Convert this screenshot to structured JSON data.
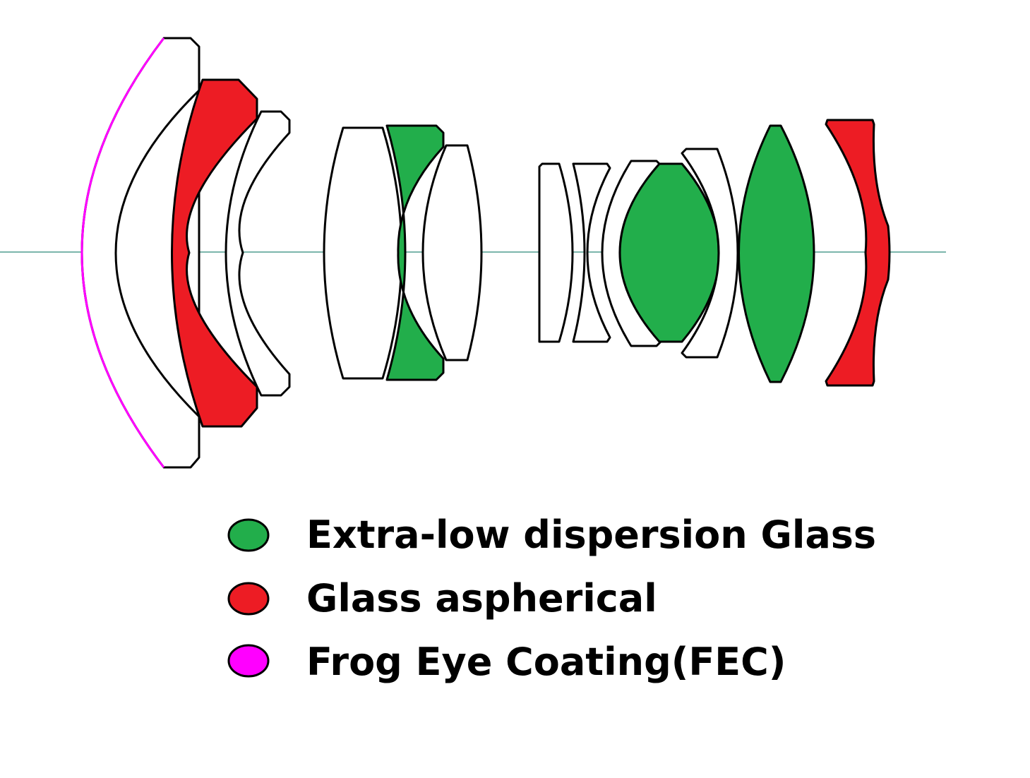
{
  "colors": {
    "ed_glass": "#22AE4B",
    "aspherical": "#ED1C24",
    "fec": "#FF00FF",
    "outline": "#000000",
    "optical_axis": "#2E8B7A",
    "plain_glass": "#FFFFFF"
  },
  "legend": [
    {
      "id": "ed",
      "label": "Extra-low dispersion Glass",
      "color": "#22AE4B"
    },
    {
      "id": "asph",
      "label": "Glass aspherical",
      "color": "#ED1C24"
    },
    {
      "id": "fec",
      "label": "Frog Eye Coating(FEC)",
      "color": "#FF00FF"
    }
  ],
  "elements": [
    {
      "name": "lens-element-1",
      "type": "plain",
      "coating": "fec"
    },
    {
      "name": "lens-element-2",
      "type": "aspherical"
    },
    {
      "name": "lens-element-3",
      "type": "plain"
    },
    {
      "name": "lens-element-4",
      "type": "plain"
    },
    {
      "name": "lens-element-5",
      "type": "ed"
    },
    {
      "name": "lens-element-6",
      "type": "plain"
    },
    {
      "name": "lens-element-7",
      "type": "plain"
    },
    {
      "name": "lens-element-8",
      "type": "plain"
    },
    {
      "name": "lens-element-9",
      "type": "plain"
    },
    {
      "name": "lens-element-10",
      "type": "ed"
    },
    {
      "name": "lens-element-11",
      "type": "plain"
    },
    {
      "name": "lens-element-12",
      "type": "ed"
    },
    {
      "name": "lens-element-13",
      "type": "aspherical"
    }
  ]
}
